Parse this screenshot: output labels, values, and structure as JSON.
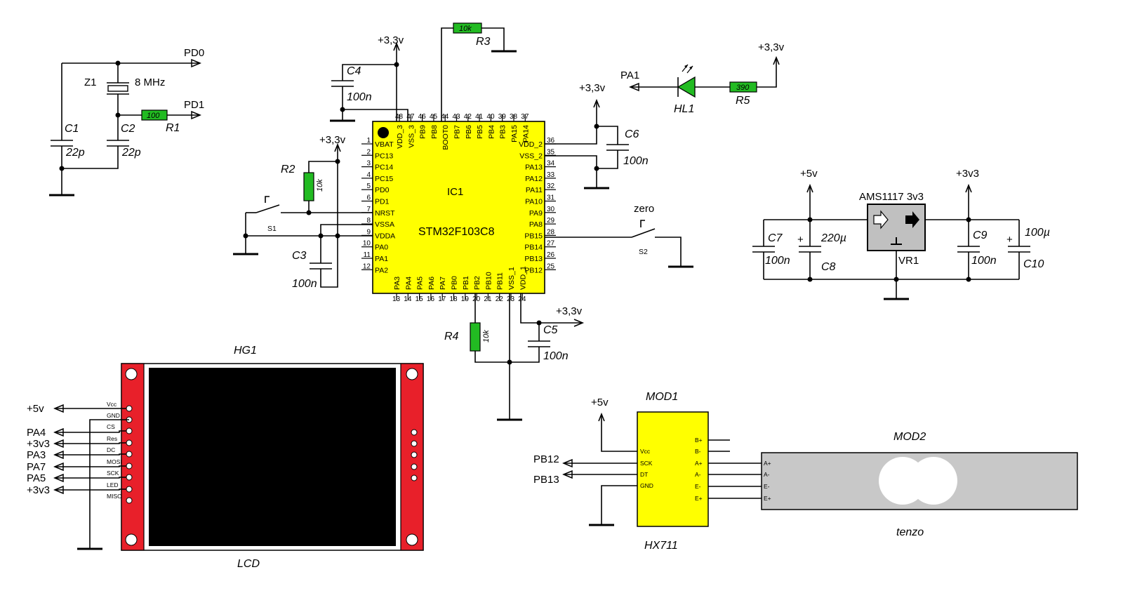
{
  "colors": {
    "ic_fill": "#ffff00",
    "resistor": "#22bb22",
    "led": "#22bb22",
    "lcd_board": "#e8202a",
    "lcd_screen": "#000000",
    "hx711": "#ffff00",
    "tenzo": "#c8c8c8",
    "regulator": "#c0c0c0"
  },
  "osc": {
    "pd0": "PD0",
    "pd1": "PD1",
    "z1": "Z1",
    "freq": "8 MHz",
    "c1": "C1",
    "c1_val": "22p",
    "c2": "C2",
    "c2_val": "22p",
    "r1": "R1",
    "r1_val": "100"
  },
  "mcu": {
    "ref": "IC1",
    "part": "STM32F103C8",
    "top_pins": {
      "nums": [
        "48",
        "47",
        "46",
        "45",
        "44",
        "43",
        "42",
        "41",
        "40",
        "39",
        "38",
        "37"
      ],
      "names": [
        "VDD_3",
        "VSS_3",
        "PB9",
        "PB8",
        "BOOT0",
        "PB7",
        "PB6",
        "PB5",
        "PB4",
        "PB3",
        "PA15",
        "PA14"
      ]
    },
    "left_pins": {
      "nums": [
        "1",
        "2",
        "3",
        "4",
        "5",
        "6",
        "7",
        "8",
        "9",
        "10",
        "11",
        "12"
      ],
      "names": [
        "VBAT",
        "PC13",
        "PC14",
        "PC15",
        "PD0",
        "PD1",
        "NRST",
        "VSSA",
        "VDDA",
        "PA0",
        "PA1",
        "PA2"
      ]
    },
    "right_pins": {
      "nums": [
        "36",
        "35",
        "34",
        "33",
        "32",
        "31",
        "30",
        "29",
        "28",
        "27",
        "26",
        "25"
      ],
      "names": [
        "VDD_2",
        "VSS_2",
        "PA13",
        "PA12",
        "PA11",
        "PA10",
        "PA9",
        "PA8",
        "PB15",
        "PB14",
        "PB13",
        "PB12"
      ]
    },
    "bottom_pins": {
      "nums": [
        "13",
        "14",
        "15",
        "16",
        "17",
        "18",
        "19",
        "20",
        "21",
        "22",
        "23",
        "24"
      ],
      "names": [
        "PA3",
        "PA4",
        "PA5",
        "PA6",
        "PA7",
        "PB0",
        "PB1",
        "PB2",
        "PB10",
        "PB11",
        "VSS_1",
        "VDD_1"
      ]
    }
  },
  "boot": {
    "c4": "C4",
    "c4_val": "100n",
    "r3": "R3",
    "r3_val": "10k",
    "v33_top": "+3,3v"
  },
  "reset": {
    "r2": "R2",
    "r2_val": "10k",
    "v33": "+3,3v",
    "s1": "S1",
    "c3": "C3",
    "c3_val": "100n"
  },
  "right_dec": {
    "v33": "+3,3v",
    "c6": "C6",
    "c6_val": "100n"
  },
  "led": {
    "pa1": "PA1",
    "hl1": "HL1",
    "r5": "R5",
    "r5_val": "390",
    "v33": "+3,3v"
  },
  "zero_btn": {
    "label": "zero",
    "s2": "S2"
  },
  "bottom_dec": {
    "r4": "R4",
    "r4_val": "10k",
    "c5": "C5",
    "c5_val": "100n",
    "v33": "+3,3v"
  },
  "regulator": {
    "v5": "+5v",
    "v3v3": "+3v3",
    "part": "AMS1117 3v3",
    "vr1": "VR1",
    "c7": "C7",
    "c7_val": "100n",
    "c8": "C8",
    "c8_val": "220µ",
    "c9": "C9",
    "c9_val": "100n",
    "c10": "C10",
    "c10_val": "100µ"
  },
  "lcd": {
    "ref": "HG1",
    "label": "LCD",
    "nets": [
      "+5v",
      "PA4",
      "+3v3",
      "PA3",
      "PA7",
      "PA5",
      "+3v3"
    ],
    "pins": [
      "Vcc",
      "GND",
      "CS",
      "Res",
      "DC",
      "MOSI",
      "SCK",
      "LED",
      "MISO"
    ]
  },
  "hx711": {
    "ref": "MOD1",
    "label": "HX711",
    "v5": "+5v",
    "pb12": "PB12",
    "pb13": "PB13",
    "left_pins": [
      "Vcc",
      "SCK",
      "DT",
      "GND"
    ],
    "right_pins": [
      "B+",
      "B-",
      "A+",
      "A-",
      "E-",
      "E+"
    ]
  },
  "tenzo": {
    "ref": "MOD2",
    "label": "tenzo",
    "pins": [
      "A+",
      "A-",
      "E-",
      "E+"
    ]
  }
}
